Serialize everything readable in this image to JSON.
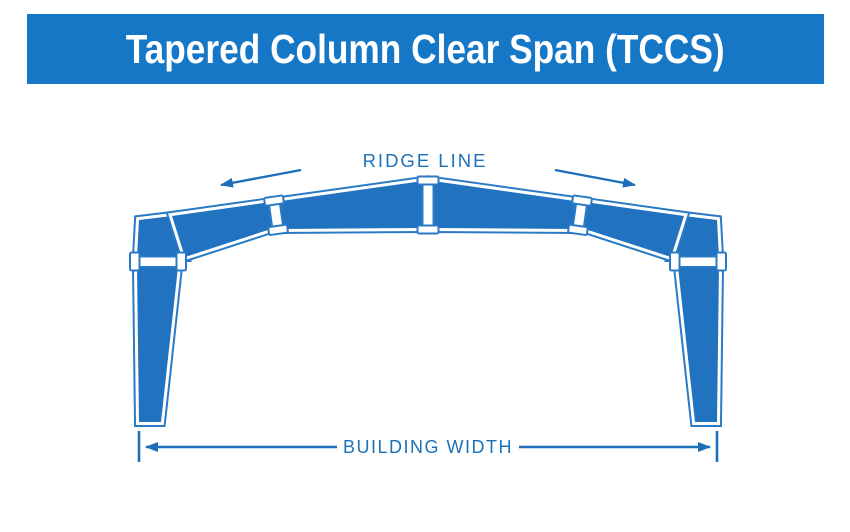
{
  "header": {
    "title": "Tapered Column Clear Span (TCCS)"
  },
  "diagram": {
    "ridge_label": "RIDGE LINE",
    "width_label": "BUILDING WIDTH"
  },
  "colors": {
    "header_bg": "#1577C6",
    "header_text": "#FFFFFF",
    "frame_fill": "#2173C0",
    "frame_line": "#2B7AC6",
    "plate_fill": "#FFFFFF",
    "label_text": "#1C72B8",
    "dimension_line": "#1C6FB8",
    "page_bg": "#FFFFFF"
  }
}
